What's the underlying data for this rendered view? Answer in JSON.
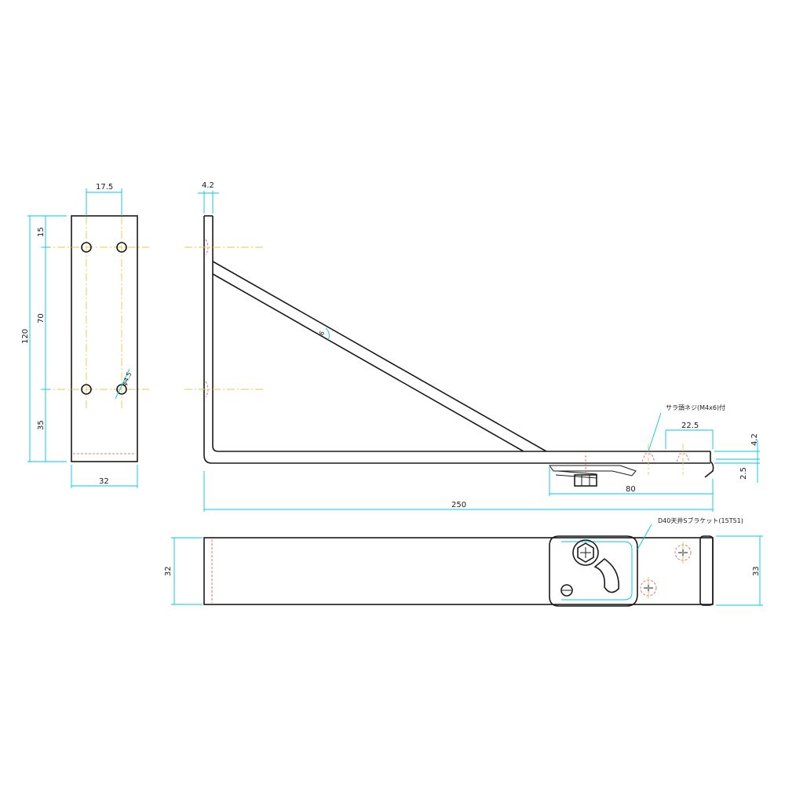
{
  "dims": {
    "front_width_holes": "17.5",
    "front_height_total": "120",
    "front_top_offset": "15",
    "front_hole_pitch": "70",
    "front_bottom_offset": "35",
    "front_width": "32",
    "hole_dia": "φ4.5",
    "side_thickness": "4.2",
    "side_length": "250",
    "side_right_thickness": "4.2",
    "side_gap": "2.5",
    "screw_pitch": "22.5",
    "bracket_length": "80",
    "angle_mark": "6"
  },
  "notes": {
    "screw": "サラ頭ネジ(M4x6)付",
    "bracket": "D40天井Sブラケット(15T51)"
  },
  "bottom_view": {
    "left_dim": "32",
    "right_dim": "33"
  },
  "colors": {
    "outline": "#1a1a1a",
    "dimension": "#00c8e0",
    "centerline": "#e6c84a",
    "hidden": "#e05050"
  }
}
